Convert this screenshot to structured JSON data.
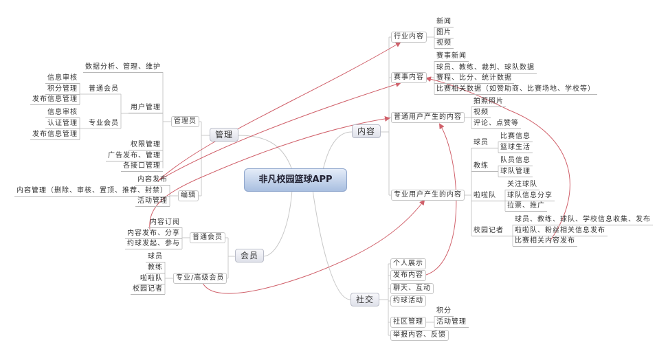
{
  "title": "非凡校园篮球APP",
  "management": {
    "label": "管理",
    "admin": {
      "label": "管理员",
      "data": "数据分析、管理、维护",
      "user_mgmt": {
        "label": "用户管理",
        "normal": {
          "label": "普通会员",
          "items": [
            "信息审核",
            "积分管理",
            "发布信息管理"
          ]
        },
        "pro": {
          "label": "专业会员",
          "items": [
            "信息审核",
            "认证管理",
            "发布信息管理"
          ]
        }
      },
      "others": [
        "权限管理",
        "广告发布、管理",
        "各接口管理"
      ]
    },
    "editor": {
      "label": "编辑",
      "items": [
        "内容发布",
        "内容管理（删除、审核、置顶、推荐、封禁）",
        "活动管理"
      ]
    }
  },
  "content": {
    "label": "内容",
    "industry": {
      "label": "行业内容",
      "items": [
        "新闻",
        "图片",
        "视频"
      ]
    },
    "match": {
      "label": "赛事内容",
      "items": [
        "赛事新闻",
        "球员、教练、裁判、球队数据",
        "赛程、比分、统计数据",
        "比赛相关数据（如赞助商、比赛场地、学校等）"
      ]
    },
    "ugc": {
      "label": "普通用户产生的内容",
      "items": [
        "拍照照片",
        "视频",
        "评论、点赞等"
      ]
    },
    "pgc": {
      "label": "专业用户产生的内容",
      "player": {
        "label": "球员",
        "items": [
          "比赛信息",
          "篮球生活"
        ]
      },
      "coach": {
        "label": "教练",
        "items": [
          "队员信息",
          "球队管理"
        ]
      },
      "cheer": {
        "label": "啦啦队",
        "items": [
          "关注球队",
          "球队信息分享",
          "拉票、推广"
        ]
      },
      "reporter": {
        "label": "校园记者",
        "items": [
          "球员、教练、球队、学校信息收集、发布",
          "啦啦队、粉丝相关信息发布",
          "比赛相关内容发布"
        ]
      }
    }
  },
  "members": {
    "label": "会员",
    "normal": {
      "label": "普通会员",
      "items": [
        "内容订阅",
        "内容发布、分享",
        "约球发起、参与"
      ]
    },
    "pro": {
      "label": "专业/高级会员",
      "items": [
        "球员",
        "教练",
        "啦啦队",
        "校园记者"
      ]
    }
  },
  "social": {
    "label": "社交",
    "items": [
      "个人展示",
      "发布内容",
      "聊天、互动",
      "约球活动",
      "社区管理",
      "举报内容、反馈"
    ],
    "community": [
      "积分",
      "活动管理"
    ]
  },
  "colors": {
    "link": "#d0606a",
    "line": "#c0c0c0",
    "root": "#a9bfe0"
  }
}
